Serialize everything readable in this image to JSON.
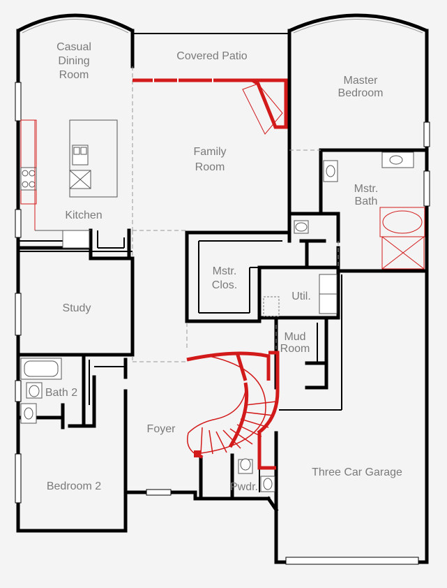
{
  "rooms": {
    "casual_dining": [
      "Casual",
      "Dining",
      "Room"
    ],
    "covered_patio": "Covered Patio",
    "master_bedroom": [
      "Master",
      "Bedroom"
    ],
    "family_room": [
      "Family",
      "Room"
    ],
    "kitchen": "Kitchen",
    "mstr_bath": [
      "Mstr.",
      "Bath"
    ],
    "mstr_clos": [
      "Mstr.",
      "Clos."
    ],
    "util": "Util.",
    "study": "Study",
    "mud_room": [
      "Mud",
      "Room"
    ],
    "bath_2": "Bath 2",
    "foyer": "Foyer",
    "three_car_garage": "Three Car Garage",
    "bedroom_2": "Bedroom 2",
    "pwdr": "Pwdr."
  },
  "colors": {
    "wall": "#000000",
    "accent": "#d21a1a",
    "label": "#7a7a7a",
    "background": "#f4f4f4"
  }
}
